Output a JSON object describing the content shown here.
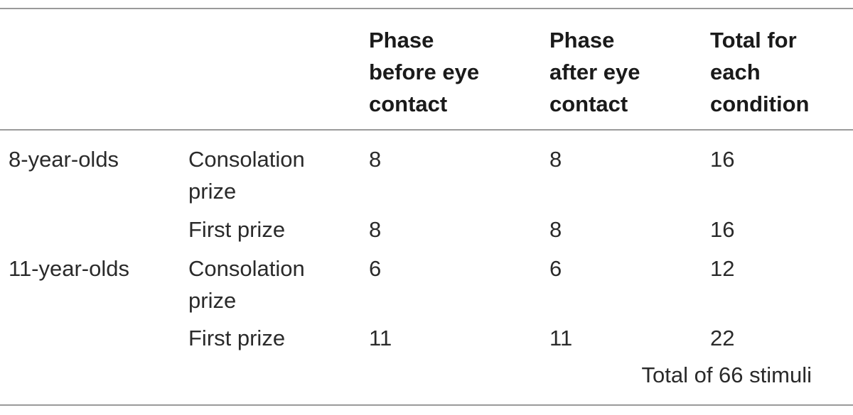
{
  "table": {
    "headers": {
      "phase_before": [
        "Phase",
        "before eye",
        "contact"
      ],
      "phase_after": [
        "Phase",
        "after eye",
        "contact"
      ],
      "total": [
        "Total for",
        "each",
        "condition"
      ]
    },
    "rows": [
      {
        "group": "8-year-olds",
        "condition": [
          "Consolation",
          "prize"
        ],
        "before": "8",
        "after": "8",
        "total": "16"
      },
      {
        "group": "",
        "condition": [
          "First prize"
        ],
        "before": "8",
        "after": "8",
        "total": "16"
      },
      {
        "group": "11-year-olds",
        "condition": [
          "Consolation",
          "prize"
        ],
        "before": "6",
        "after": "6",
        "total": "12"
      },
      {
        "group": "",
        "condition": [
          "First prize"
        ],
        "before": "11",
        "after": "11",
        "total": "22"
      }
    ],
    "footer_total": "Total of 66 stimuli"
  }
}
